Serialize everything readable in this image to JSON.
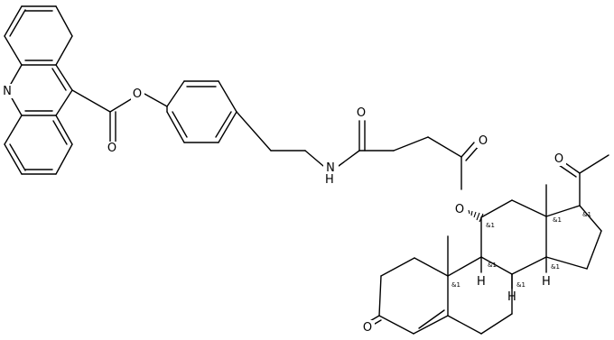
{
  "structure": {
    "atoms": {
      "N_acridine": "N",
      "O_ester1_ring": "O",
      "O_ester1_carbonyl": "O",
      "N_amide": "N",
      "H_amide": "H",
      "O_amide": "O",
      "O_ester2_carbonyl": "O",
      "O_ester2_link": "O",
      "O_acetyl": "O",
      "O_ketone": "O",
      "H_c8": "H",
      "H_c9": "H",
      "H_c14": "H"
    },
    "stereo_label": "&1"
  }
}
